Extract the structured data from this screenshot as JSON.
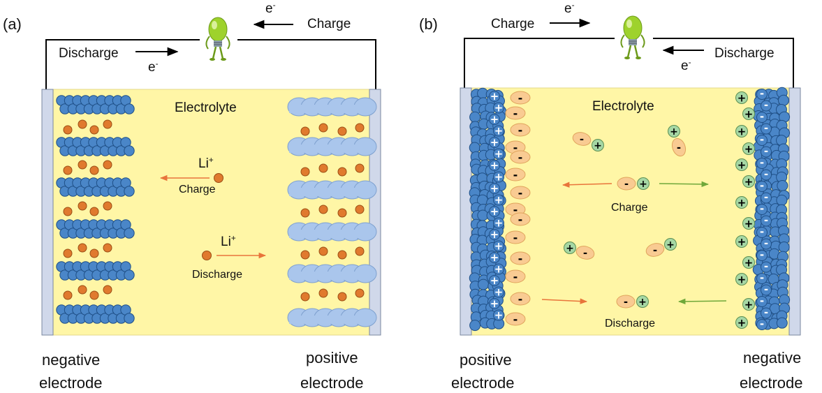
{
  "panels": [
    {
      "id": "a",
      "tag": "(a)",
      "electrolyte_label": "Electrolyte",
      "top_charge_label": "Charge",
      "top_charge_electron": "e",
      "top_charge_electron_sup": "-",
      "top_discharge_label": "Discharge",
      "top_discharge_electron": "e",
      "top_discharge_electron_sup": "-",
      "ion_charge_symbol": "Li",
      "ion_charge_sup": "+",
      "ion_charge_label": "Charge",
      "ion_discharge_symbol": "Li",
      "ion_discharge_sup": "+",
      "ion_discharge_label": "Discharge",
      "left_electrode_line1": "negative",
      "left_electrode_line2": "electrode",
      "right_electrode_line1": "positive",
      "right_electrode_line2": "electrode"
    },
    {
      "id": "b",
      "tag": "(b)",
      "electrolyte_label": "Electrolyte",
      "top_charge_label": "Charge",
      "top_charge_electron": "e",
      "top_charge_electron_sup": "-",
      "top_discharge_label": "Discharge",
      "top_discharge_electron": "e",
      "top_discharge_electron_sup": "-",
      "middle_charge_label": "Charge",
      "bottom_discharge_label": "Discharge",
      "left_electrode_line1": "positive",
      "left_electrode_line2": "electrode",
      "right_electrode_line1": "negative",
      "right_electrode_line2": "electrode"
    }
  ],
  "symbols": {
    "plus": "+",
    "minus": "-"
  },
  "colors": {
    "electrolyte": "#FFF6A6",
    "collector": "#D0D8EA",
    "particle_blue": "#4A86C8",
    "li_ion": "#E07A2E",
    "cloud": "#AAC6EC",
    "anion": "#F9CB92",
    "cation": "#A6D7A4",
    "charge_arrow": "#E8743B",
    "discharge_arrow_b": "#6FA83A",
    "bulb": "#9ED22C"
  }
}
